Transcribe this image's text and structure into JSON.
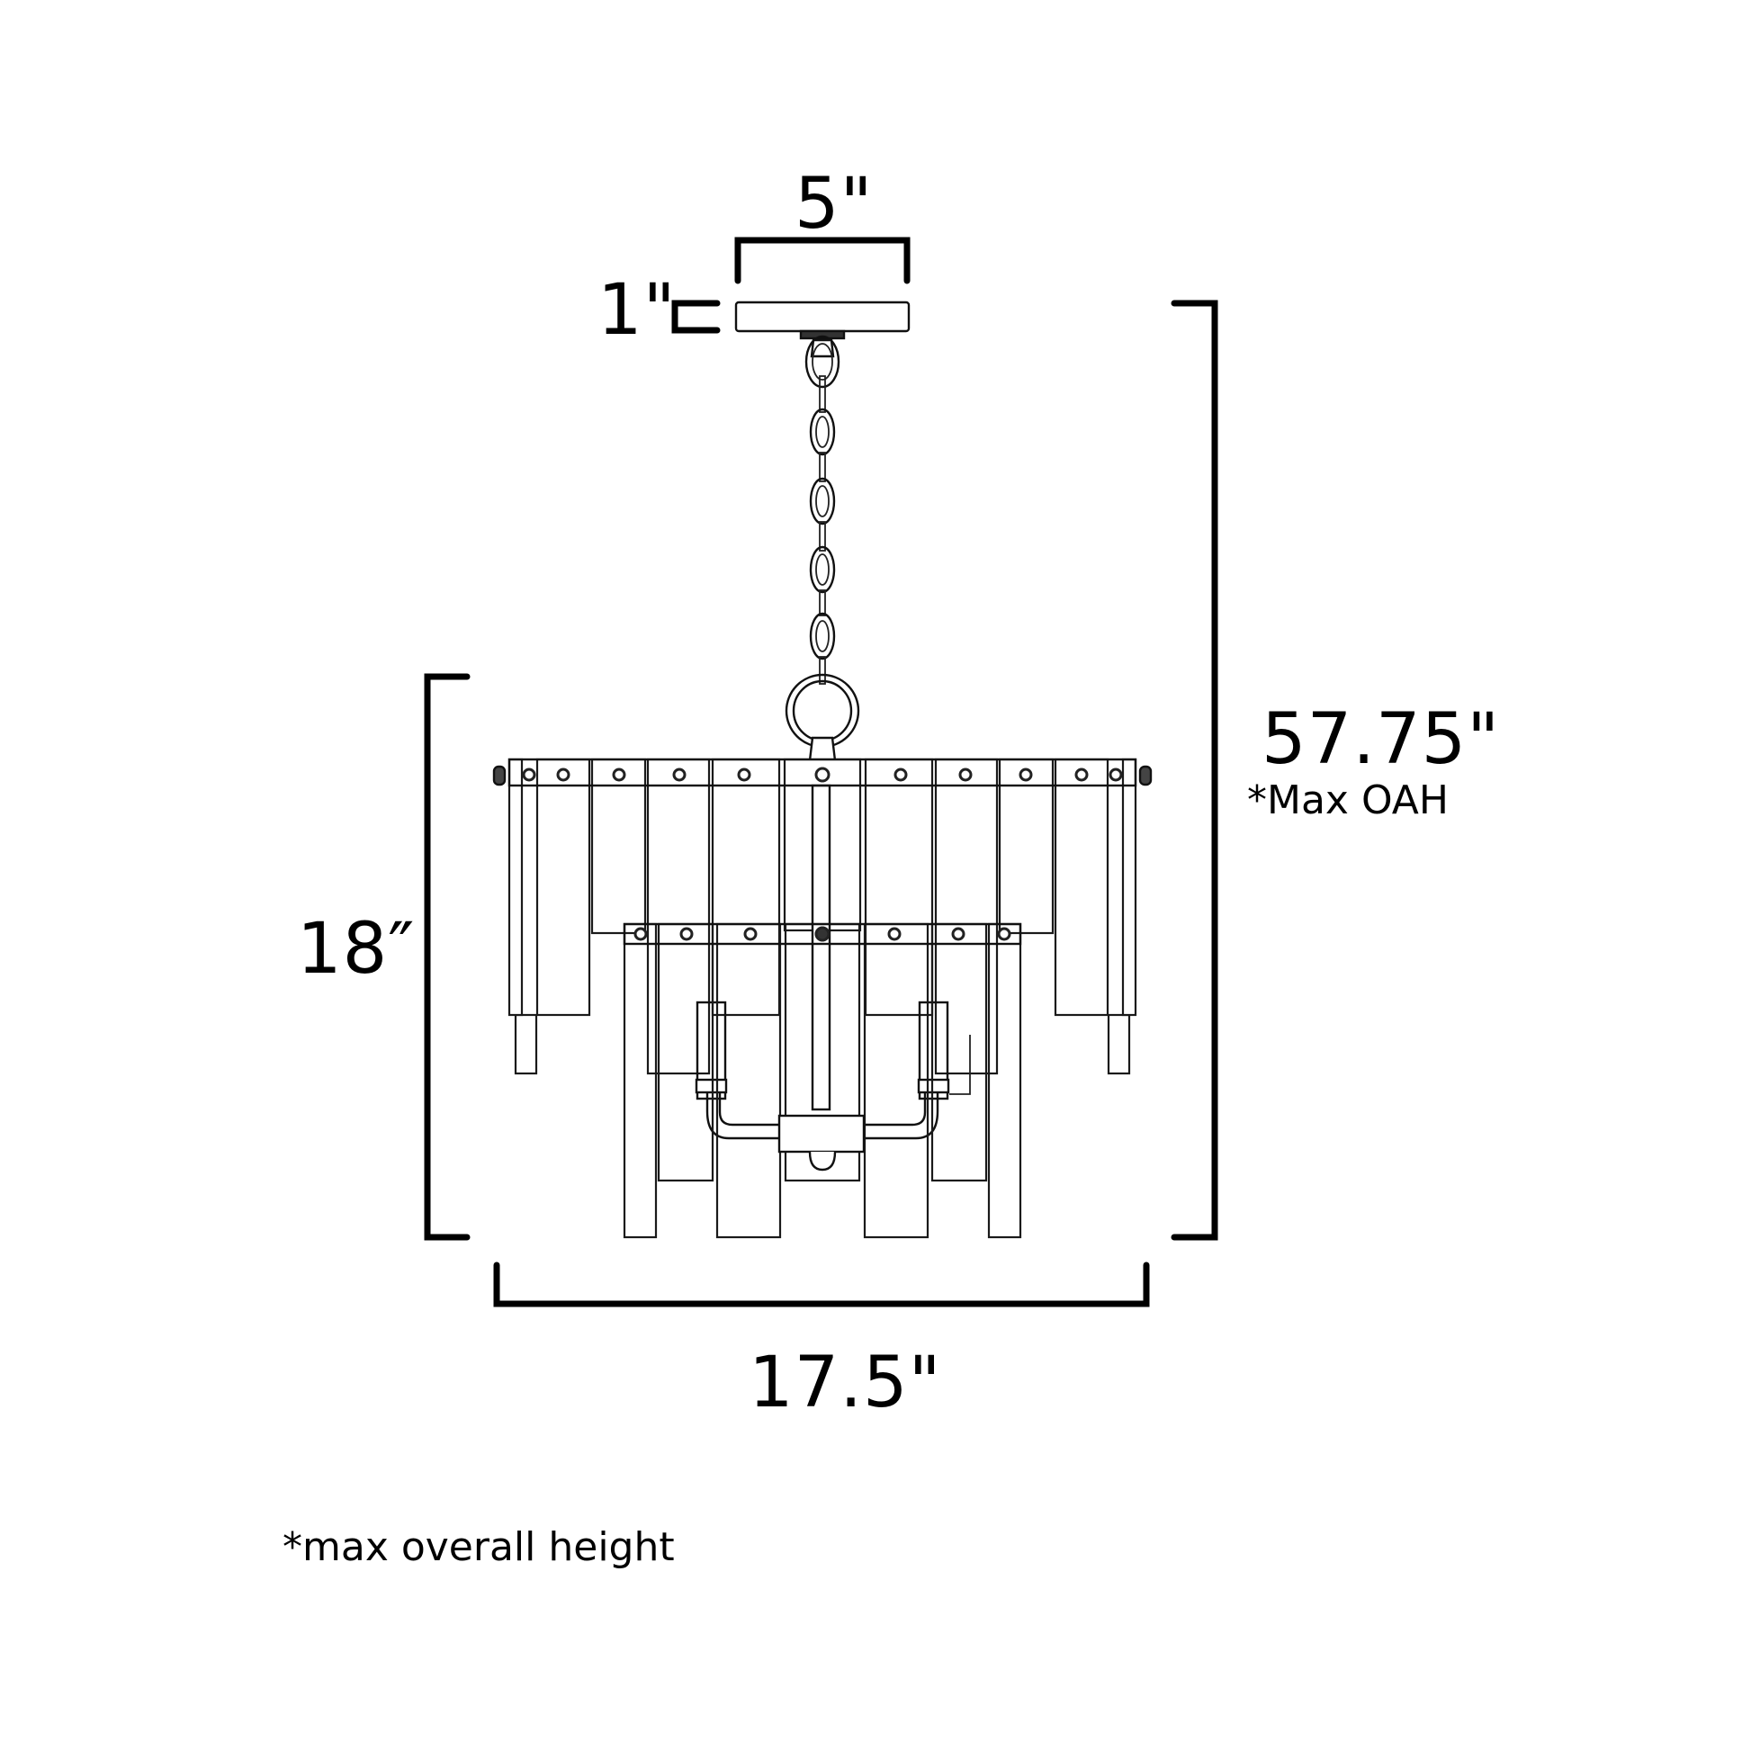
{
  "drawing": {
    "subject": "Pendant chandelier line drawing with chain, canopy, two tiers of flat rectangular panels and candle cups",
    "line_color": "#000000",
    "background": "#ffffff"
  },
  "dimensions": {
    "canopy_width": "5\"",
    "canopy_height": "1\"",
    "fixture_height": "18″",
    "max_overall_height": "57.75\"",
    "max_overall_height_note": "*Max OAH",
    "fixture_width": "17.5\""
  },
  "footnote": "*max overall height"
}
